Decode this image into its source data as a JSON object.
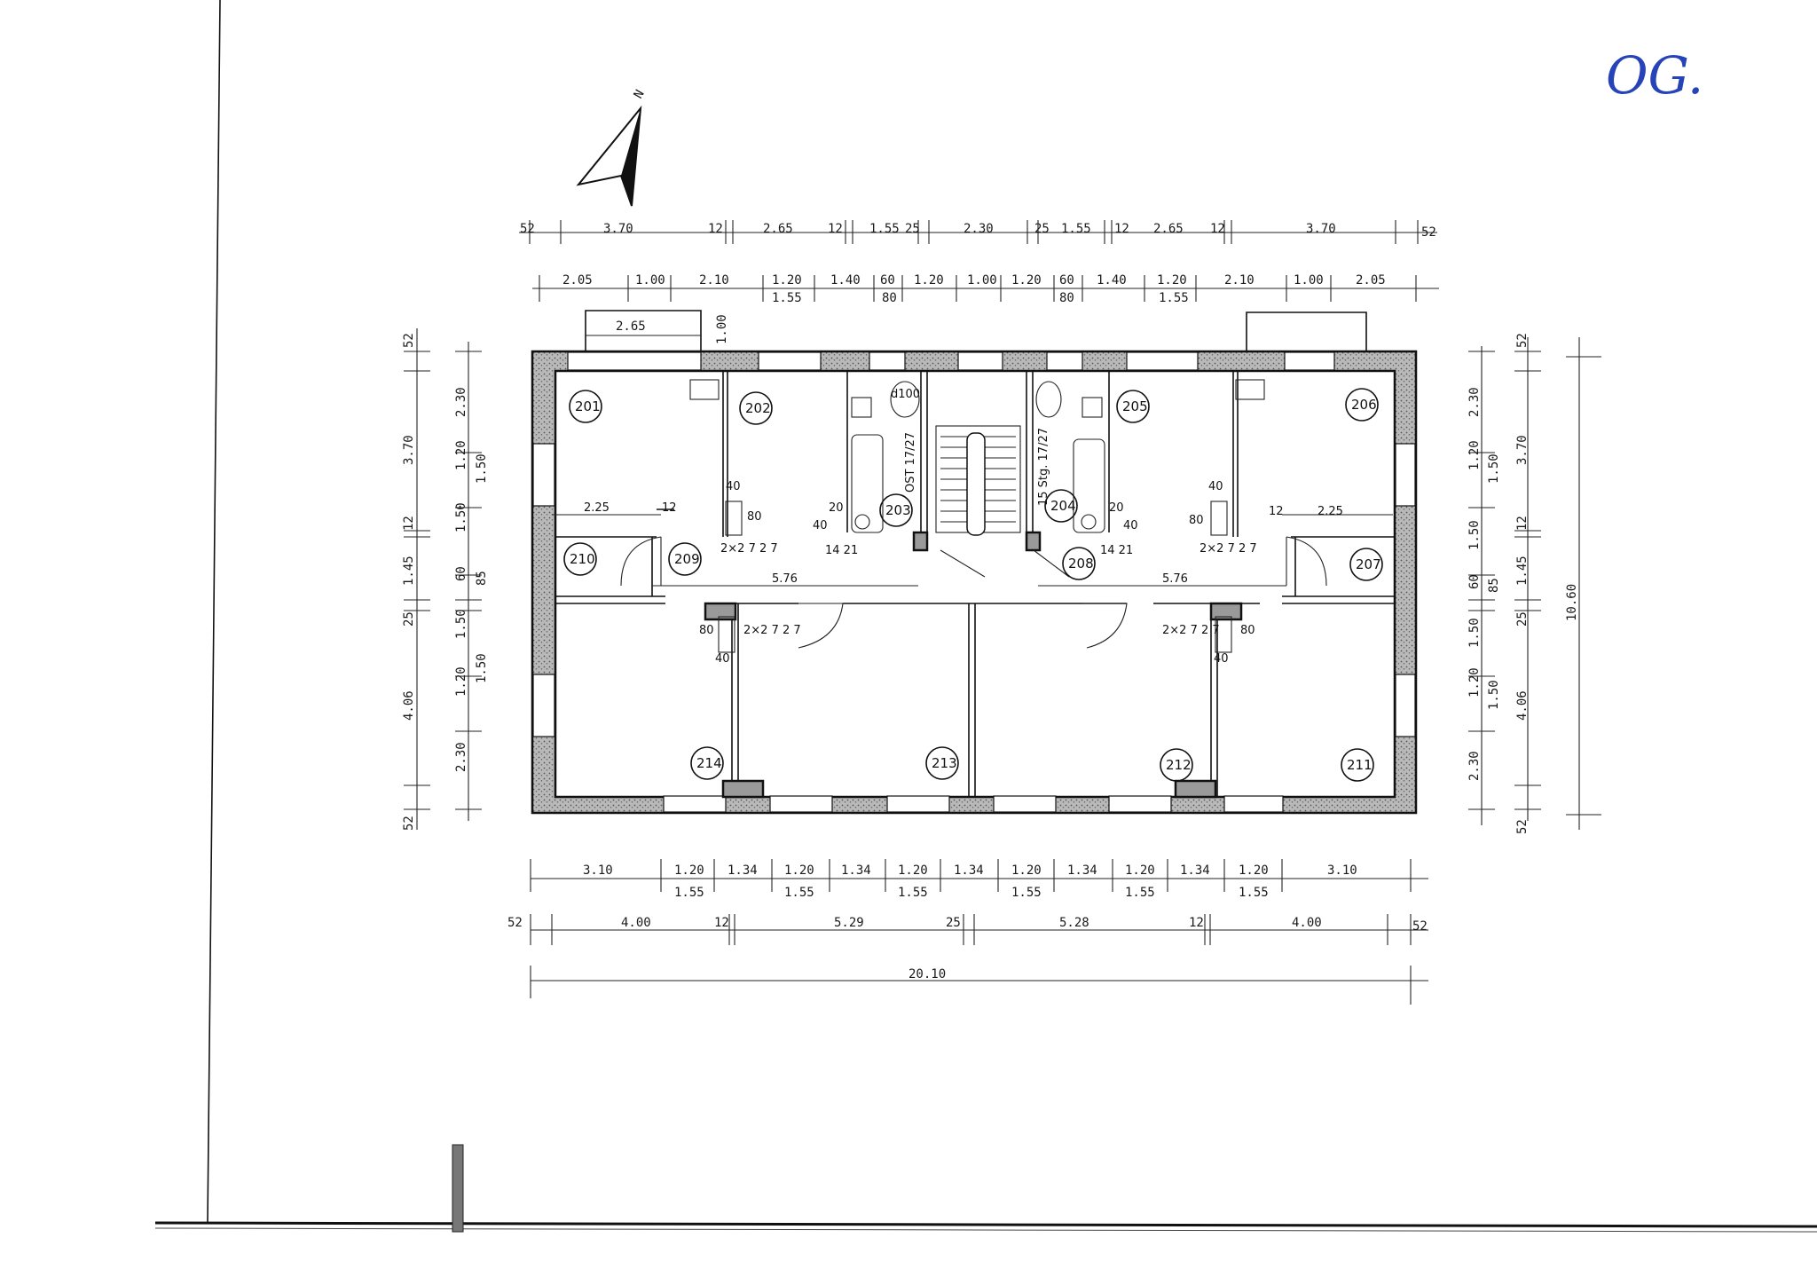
{
  "handwritten_note": "OG.",
  "north_label": "N",
  "dims_top_row1": [
    "52",
    "3.70",
    "12",
    "2.65",
    "12",
    "1.55",
    "25",
    "2.30",
    "25",
    "1.55",
    "12",
    "2.65",
    "12",
    "3.70",
    "52"
  ],
  "dims_top_row2": [
    "2.05",
    "1.00",
    "2.10",
    "1.20",
    "1.40",
    "60",
    "1.20",
    "1.00",
    "1.20",
    "60",
    "1.40",
    "1.20",
    "2.10",
    "1.00",
    "2.05"
  ],
  "dims_top_row2_sub": [
    "1.55",
    "80",
    "80",
    "1.55"
  ],
  "dim_balcony": "2.65",
  "dim_balcony_depth": "1.00",
  "dims_left_outer": [
    "52",
    "3.70",
    "12",
    "1.45",
    "25",
    "4.06",
    "52"
  ],
  "dims_left_inner": [
    "2.30",
    "1.20",
    "1.50",
    "1.50",
    "60",
    "85",
    "1.50",
    "1.20",
    "1.50",
    "2.30"
  ],
  "dims_right_outer": [
    "52",
    "3.70",
    "12",
    "1.45",
    "25",
    "4.06",
    "52",
    "10.60"
  ],
  "dims_right_inner": [
    "2.30",
    "1.20",
    "1.50",
    "1.50",
    "60",
    "85",
    "1.50",
    "1.20",
    "1.50",
    "2.30"
  ],
  "dims_bottom_row1": [
    "3.10",
    "1.20",
    "1.34",
    "1.20",
    "1.34",
    "1.20",
    "1.34",
    "1.20",
    "1.34",
    "1.20",
    "1.34",
    "1.20",
    "3.10"
  ],
  "dims_bottom_row1_sub": [
    "1.55",
    "1.55",
    "1.55",
    "1.55",
    "1.55",
    "1.55"
  ],
  "dims_bottom_row2": [
    "52",
    "4.00",
    "12",
    "5.29",
    "25",
    "5.28",
    "12",
    "4.00",
    "52"
  ],
  "dim_total": "20.10",
  "rooms": [
    "201",
    "202",
    "203",
    "204",
    "205",
    "206",
    "207",
    "208",
    "209",
    "210",
    "211",
    "212",
    "213",
    "214"
  ],
  "notes": {
    "l_225": "2.25",
    "r_225": "2.25",
    "l_12": "12",
    "r_12": "12",
    "l_576": "5.76",
    "r_576": "5.76",
    "l_2x27": "2×2 7 2 7",
    "r_2x27": "2×2 7 2 7",
    "l_2x27b": "2×2 7 2 7",
    "r_2x27b": "2×2 7 2 7",
    "l_40": "40",
    "r_40": "40",
    "l_80": "80",
    "r_80": "80",
    "l_40b": "40",
    "r_40b": "40",
    "l_80b": "80",
    "r_80b": "80",
    "l_20": "20",
    "r_20": "20",
    "l_40c": "40",
    "r_40c": "40",
    "l_1421": "14 21",
    "r_1421": "14 21",
    "stair_l": "OST 17/27",
    "stair_r": "15 Stg. 17/27"
  }
}
